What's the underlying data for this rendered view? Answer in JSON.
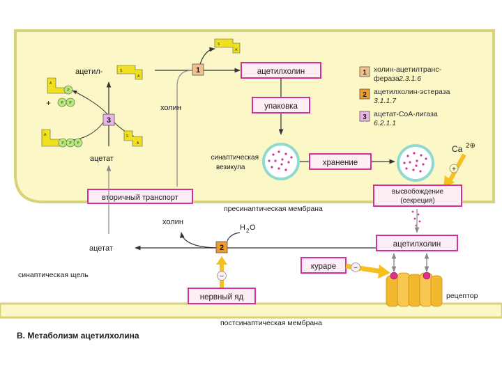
{
  "labels": {
    "acetyl": "ацетил-",
    "acetylcholine_top": "ацетилхолин",
    "packaging": "упаковка",
    "choline_upper": "холин",
    "acetate_upper": "ацетат",
    "plus": "+",
    "vesicle": [
      "синаптическая",
      "везикула"
    ],
    "storage": "хранение",
    "calcium": "Ca",
    "calcium_sup": "2⊕",
    "secondary_transport": "вторичный транспорт",
    "release": [
      "высвобождение",
      "(секреция)"
    ],
    "presynaptic_membrane": "пресинаптическая мембрана",
    "choline_lower": "холин",
    "water": "H",
    "water_sub": "2",
    "water_o": "O",
    "acetate_lower": "ацетат",
    "acetylcholine_lower": "ацетилхолин",
    "curare": "кураре",
    "synaptic_cleft": "синаптическая щель",
    "nerve_gas": "нервный яд",
    "receptor": "рецептор",
    "postsynaptic_membrane": "постсинаптическая мембрана",
    "caption": "В. Метаболизм ацетилхолина",
    "enzyme_markers": [
      "1",
      "2",
      "3"
    ],
    "inhibition_sign": "−",
    "activation_sign": "+"
  },
  "legend": [
    {
      "num": "1",
      "line1": "холин-ацетилтранс-",
      "line2": "фераза",
      "ec": "2.3.1.6",
      "color": "#f2c08a"
    },
    {
      "num": "2",
      "line1": "ацетилхолин-эстераза",
      "line2": "",
      "ec": "3.1.1.7",
      "color": "#f09a2c"
    },
    {
      "num": "3",
      "line1": "ацетат-CoA-лигаза",
      "line2": "",
      "ec": "6.2.1.1",
      "color": "#e8b4e8"
    }
  ],
  "colors": {
    "cell_fill": "#fbf7c6",
    "cell_border": "#d8d27a",
    "label_box_border": "#d4309a",
    "label_box_fill": "#fdeef6",
    "coa_icon": "#f0e020",
    "phosphate": "#b8ea7a",
    "curare_arrow": "#f5c020",
    "receptor": "#f2b830",
    "receptor_dot": "#e0308c"
  }
}
